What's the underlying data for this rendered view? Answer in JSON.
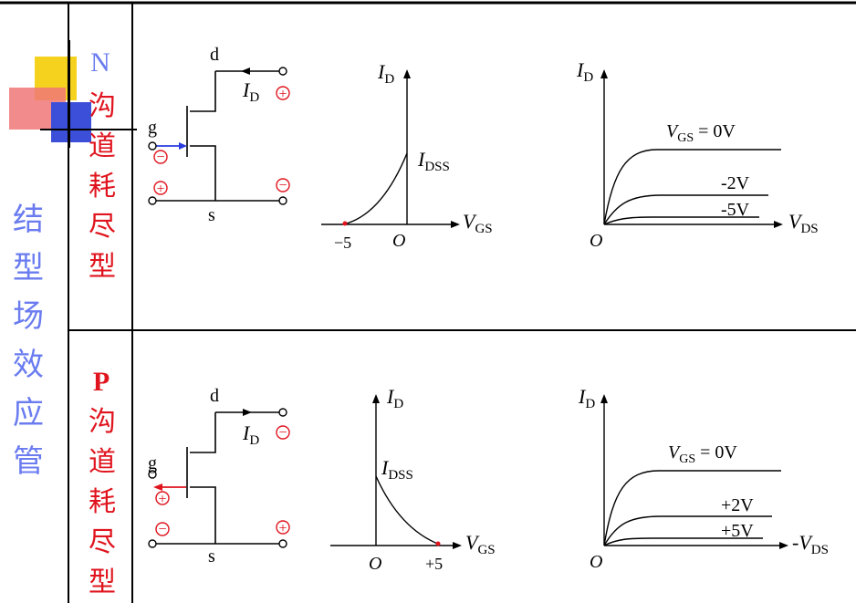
{
  "side_title": [
    "结",
    "型",
    "场",
    "效",
    "应",
    "管"
  ],
  "rows": [
    {
      "type_label": {
        "letter": "N",
        "chars": [
          "沟",
          "道",
          "耗",
          "尽",
          "型"
        ]
      },
      "circuit": {
        "drain": "d",
        "gate": "g",
        "source": "s",
        "current": "I",
        "current_sub": "D",
        "top_sign": "+",
        "gate_sign": "−",
        "bottom_left_sign": "+",
        "bottom_right_sign": "−"
      },
      "transfer": {
        "y_axis": "I",
        "y_sub": "D",
        "x_axis": "V",
        "x_sub": "GS",
        "peak_label": "I",
        "peak_sub": "DSS",
        "origin": "O",
        "cutoff_tick": "−5"
      },
      "output": {
        "y_axis": "I",
        "y_sub": "D",
        "x_axis": "V",
        "x_sub": "DS",
        "x_prefix": "",
        "origin": "O",
        "curves": [
          {
            "label_v": "V",
            "label_sub": "GS",
            "label_rest": " = 0V"
          },
          {
            "label_v": "",
            "label_sub": "",
            "label_rest": "-2V"
          },
          {
            "label_v": "",
            "label_sub": "",
            "label_rest": "-5V"
          }
        ]
      }
    },
    {
      "type_label": {
        "letter": "P",
        "chars": [
          "沟",
          "道",
          "耗",
          "尽",
          "型"
        ]
      },
      "circuit": {
        "drain": "d",
        "gate": "g",
        "source": "s",
        "current": "I",
        "current_sub": "D",
        "top_sign": "−",
        "gate_sign": "+",
        "bottom_left_sign": "−",
        "bottom_right_sign": "+"
      },
      "transfer": {
        "y_axis": "I",
        "y_sub": "D",
        "x_axis": "V",
        "x_sub": "GS",
        "peak_label": "I",
        "peak_sub": "DSS",
        "origin": "O",
        "cutoff_tick": "+5"
      },
      "output": {
        "y_axis": "I",
        "y_sub": "D",
        "x_axis": "V",
        "x_sub": "DS",
        "x_prefix": "-",
        "origin": "O",
        "curves": [
          {
            "label_v": "V",
            "label_sub": "GS",
            "label_rest": " = 0V"
          },
          {
            "label_v": "",
            "label_sub": "",
            "label_rest": "+2V"
          },
          {
            "label_v": "",
            "label_sub": "",
            "label_rest": "+5V"
          }
        ]
      }
    }
  ]
}
